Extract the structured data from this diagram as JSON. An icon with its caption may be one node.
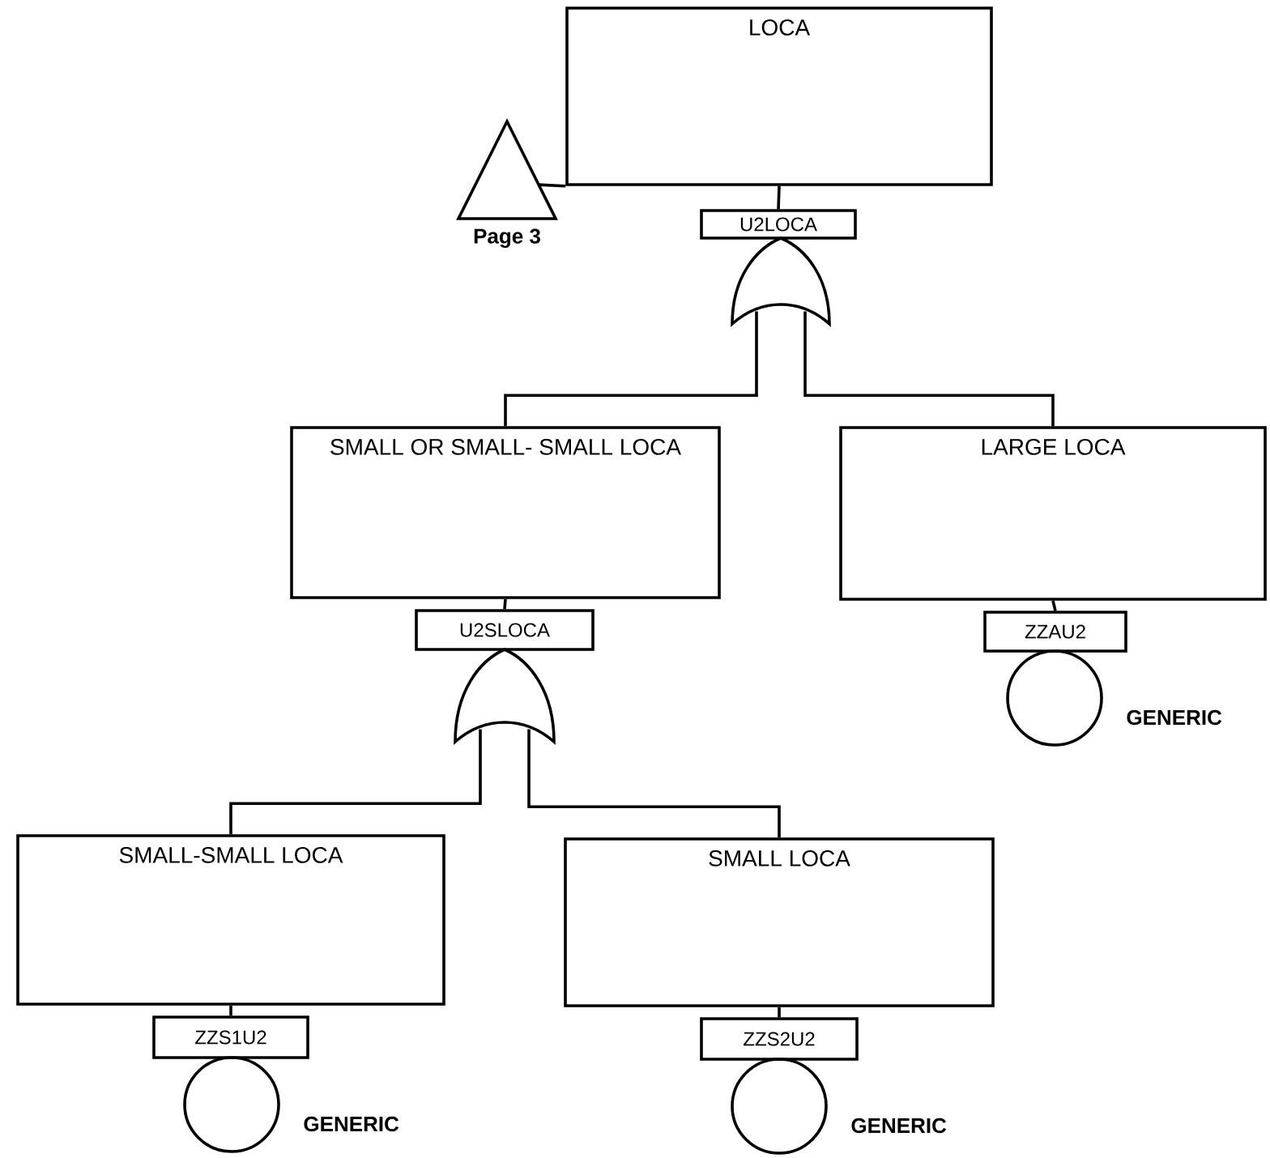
{
  "diagram": {
    "nodes": [
      {
        "text": [
          "LOCA"
        ]
      },
      {
        "text": [],
        "shape": "triangle",
        "beside": [
          "Page 3"
        ]
      },
      {
        "text": [
          "U2LOCA"
        ]
      },
      {
        "text": [],
        "shape": "gate"
      },
      {
        "text": [
          "SMALL OR SMALL- SMALL LOCA"
        ]
      },
      {
        "text": [
          "LARGE LOCA"
        ]
      },
      {
        "text": [
          "U2SLOCA"
        ]
      },
      {
        "text": [],
        "shape": "gate"
      },
      {
        "text": [
          "SMALL-SMALL LOCA"
        ]
      },
      {
        "text": [
          "SMALL LOCA"
        ]
      },
      {
        "text": [
          "ZZAU2"
        ]
      },
      {
        "text": [],
        "shape": "circle",
        "beside": [
          "GENERIC"
        ]
      },
      {
        "text": [
          "ZZS1U2"
        ]
      },
      {
        "text": [],
        "shape": "circle",
        "beside": [
          "GENERIC"
        ]
      },
      {
        "text": [
          "ZZS2U2"
        ]
      },
      {
        "text": [],
        "shape": "circle",
        "beside": [
          "GENERIC"
        ]
      }
    ],
    "edges": [
      {
        "from": 1,
        "to": 0,
        "arrow": "none"
      },
      {
        "from": 0,
        "to": 2,
        "arrow": "none"
      },
      {
        "from": 3,
        "to": 4,
        "arrow": "none"
      },
      {
        "from": 3,
        "to": 5,
        "arrow": "none"
      },
      {
        "from": 4,
        "to": 6,
        "arrow": "none"
      },
      {
        "from": 7,
        "to": 8,
        "arrow": "none"
      },
      {
        "from": 7,
        "to": 9,
        "arrow": "none"
      },
      {
        "from": 5,
        "to": 10,
        "arrow": "none"
      },
      {
        "from": 8,
        "to": 12,
        "arrow": "none"
      },
      {
        "from": 9,
        "to": 14,
        "arrow": "none"
      }
    ]
  }
}
